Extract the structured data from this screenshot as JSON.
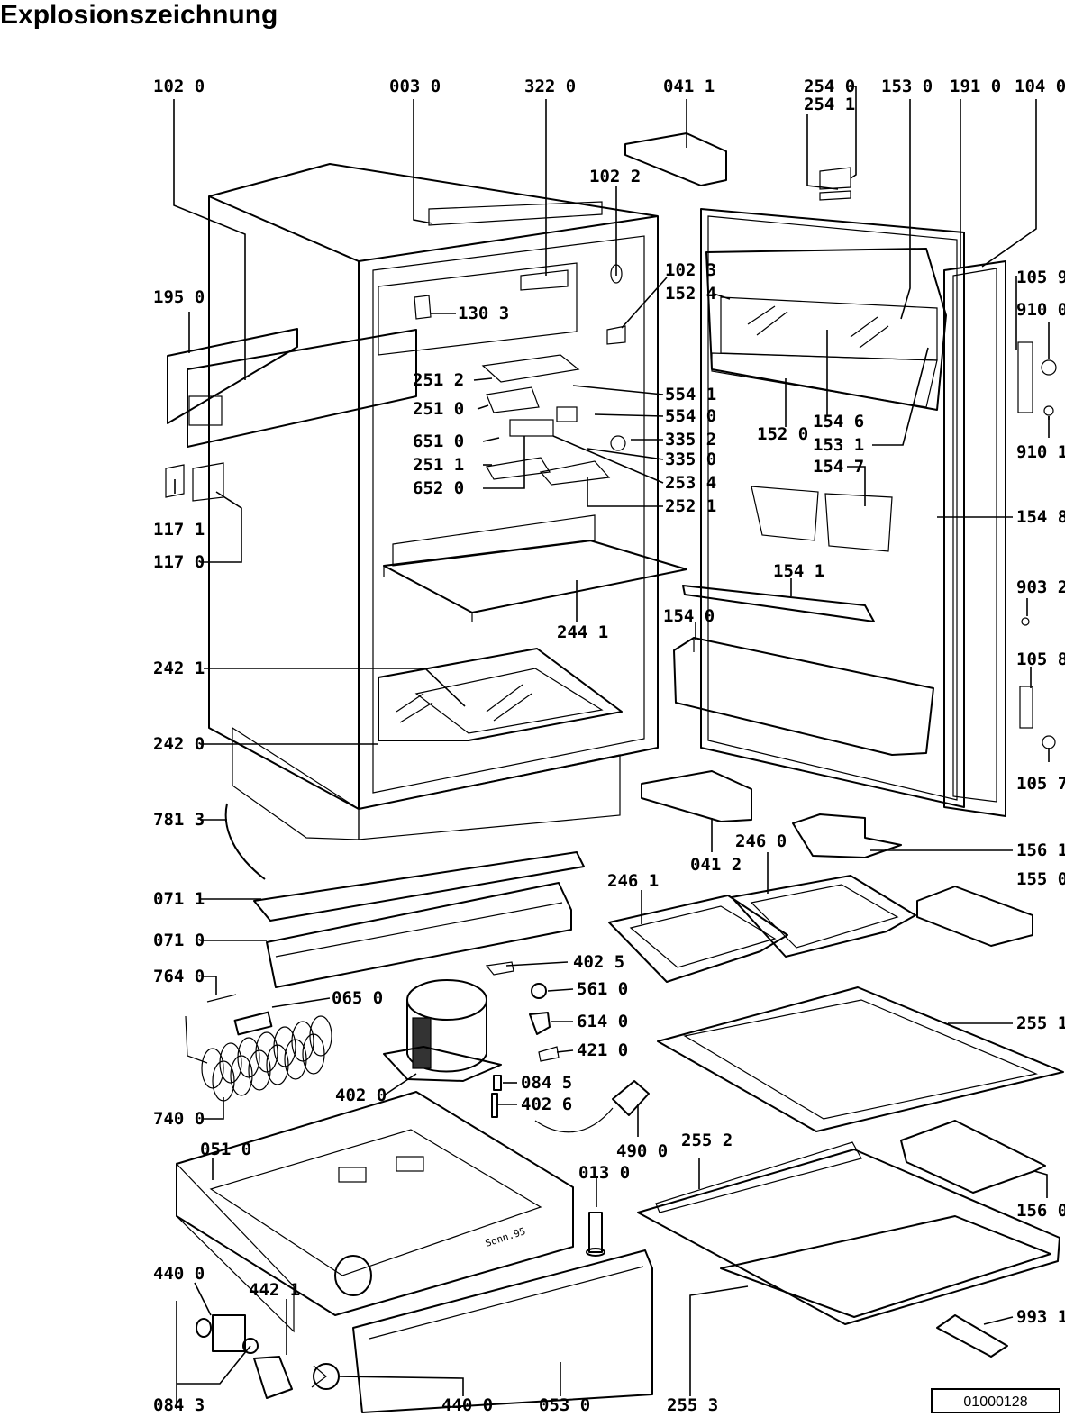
{
  "title": "Explosionszeichnung",
  "document_number": "01000128",
  "stamp_text": "Sonn.95",
  "labels": [
    {
      "id": "l-1020",
      "text": "102 0"
    },
    {
      "id": "l-0030",
      "text": "003 0"
    },
    {
      "id": "l-3220",
      "text": "322 0"
    },
    {
      "id": "l-0411",
      "text": "041 1"
    },
    {
      "id": "l-2540",
      "text": "254 0"
    },
    {
      "id": "l-2541",
      "text": "254 1"
    },
    {
      "id": "l-1530",
      "text": "153 0"
    },
    {
      "id": "l-1910",
      "text": "191 0"
    },
    {
      "id": "l-1040",
      "text": "104 0"
    },
    {
      "id": "l-1022",
      "text": "102 2"
    },
    {
      "id": "l-1023",
      "text": "102 3"
    },
    {
      "id": "l-1524",
      "text": "152 4"
    },
    {
      "id": "l-1059",
      "text": "105 9"
    },
    {
      "id": "l-9100",
      "text": "910 0"
    },
    {
      "id": "l-1950",
      "text": "195 0"
    },
    {
      "id": "l-1303",
      "text": "130 3"
    },
    {
      "id": "l-2512",
      "text": "251 2"
    },
    {
      "id": "l-2510",
      "text": "251 0"
    },
    {
      "id": "l-6510",
      "text": "651 0"
    },
    {
      "id": "l-2511",
      "text": "251 1"
    },
    {
      "id": "l-6520",
      "text": "652 0"
    },
    {
      "id": "l-5541",
      "text": "554 1"
    },
    {
      "id": "l-5540",
      "text": "554 0"
    },
    {
      "id": "l-3352",
      "text": "335 2"
    },
    {
      "id": "l-3350",
      "text": "335 0"
    },
    {
      "id": "l-2534",
      "text": "253 4"
    },
    {
      "id": "l-2521",
      "text": "252 1"
    },
    {
      "id": "l-1520",
      "text": "152 0"
    },
    {
      "id": "l-1546",
      "text": "154 6"
    },
    {
      "id": "l-1531",
      "text": "153 1"
    },
    {
      "id": "l-1547",
      "text": "154 7"
    },
    {
      "id": "l-9101",
      "text": "910 1"
    },
    {
      "id": "l-1171",
      "text": "117 1"
    },
    {
      "id": "l-1170",
      "text": "117 0"
    },
    {
      "id": "l-1548",
      "text": "154 8"
    },
    {
      "id": "l-1541",
      "text": "154 1"
    },
    {
      "id": "l-9032",
      "text": "903 2"
    },
    {
      "id": "l-2441",
      "text": "244 1"
    },
    {
      "id": "l-1540",
      "text": "154 0"
    },
    {
      "id": "l-2421",
      "text": "242 1"
    },
    {
      "id": "l-1058",
      "text": "105 8"
    },
    {
      "id": "l-2420",
      "text": "242 0"
    },
    {
      "id": "l-1057",
      "text": "105 7"
    },
    {
      "id": "l-7813",
      "text": "781 3"
    },
    {
      "id": "l-2460",
      "text": "246 0"
    },
    {
      "id": "l-1561",
      "text": "156 1"
    },
    {
      "id": "l-0412",
      "text": "041 2"
    },
    {
      "id": "l-0711",
      "text": "071 1"
    },
    {
      "id": "l-2461",
      "text": "246 1"
    },
    {
      "id": "l-1550",
      "text": "155 0"
    },
    {
      "id": "l-0710",
      "text": "071 0"
    },
    {
      "id": "l-4025",
      "text": "402 5"
    },
    {
      "id": "l-7640",
      "text": "764 0"
    },
    {
      "id": "l-0650",
      "text": "065 0"
    },
    {
      "id": "l-5610",
      "text": "561 0"
    },
    {
      "id": "l-6140",
      "text": "614 0"
    },
    {
      "id": "l-2551",
      "text": "255 1"
    },
    {
      "id": "l-4210",
      "text": "421 0"
    },
    {
      "id": "l-0845",
      "text": "084 5"
    },
    {
      "id": "l-4020",
      "text": "402 0"
    },
    {
      "id": "l-4026",
      "text": "402 6"
    },
    {
      "id": "l-7400",
      "text": "740 0"
    },
    {
      "id": "l-4900",
      "text": "490 0"
    },
    {
      "id": "l-2552",
      "text": "255 2"
    },
    {
      "id": "l-0510",
      "text": "051 0"
    },
    {
      "id": "l-0130",
      "text": "013 0"
    },
    {
      "id": "l-1560",
      "text": "156 0"
    },
    {
      "id": "l-4400",
      "text": "440 0"
    },
    {
      "id": "l-4421",
      "text": "442 1"
    },
    {
      "id": "l-9931",
      "text": "993 1"
    },
    {
      "id": "l-0843",
      "text": "084 3"
    },
    {
      "id": "l-4400b",
      "text": "440 0"
    },
    {
      "id": "l-0530",
      "text": "053 0"
    },
    {
      "id": "l-2553",
      "text": "255 3"
    }
  ]
}
